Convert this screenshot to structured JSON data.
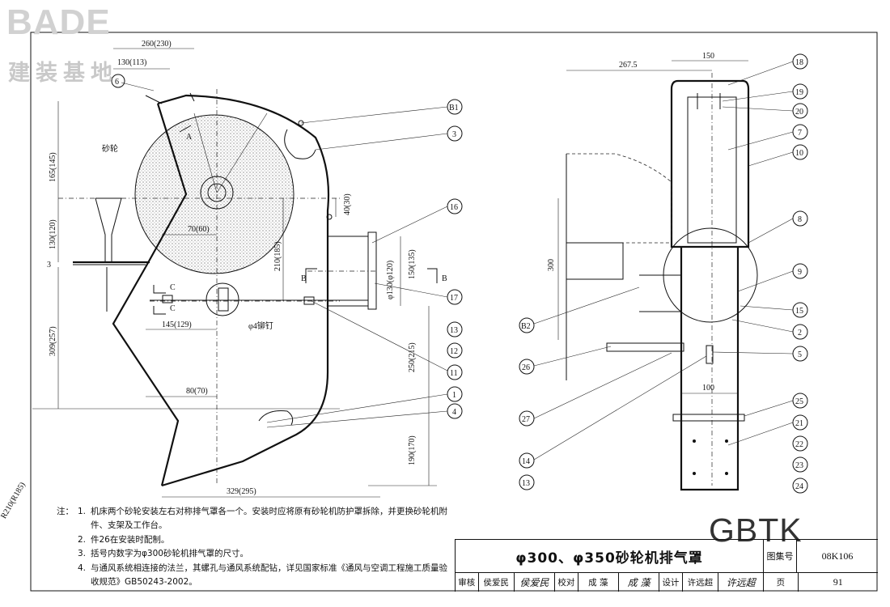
{
  "logo": {
    "text": "BADE",
    "subtitle": "建装基地"
  },
  "watermark": "GBTK",
  "drawing": {
    "left_view": {
      "dimensions": [
        "260(230)",
        "130(113)",
        "165(145)",
        "R210(R185)",
        "130(120)",
        "3",
        "309(257)",
        "70(60)",
        "145(129)",
        "80(70)",
        "40(30)",
        "210(185)",
        "150(135)",
        "φ130(φ120)",
        "250(215)",
        "190(170)",
        "329(295)"
      ],
      "labels": [
        "砂轮",
        "A",
        "C",
        "C",
        "B",
        "B",
        "φ4铆钉"
      ],
      "callouts": [
        "6",
        "B1",
        "3",
        "16",
        "17",
        "13",
        "12",
        "11",
        "1",
        "4"
      ]
    },
    "right_view": {
      "dimensions": [
        "267.5",
        "150",
        "300",
        "100"
      ],
      "callouts": [
        "18",
        "19",
        "20",
        "7",
        "10",
        "8",
        "9",
        "15",
        "2",
        "5",
        "25",
        "21",
        "22",
        "23",
        "24",
        "B2",
        "26",
        "27",
        "14",
        "13"
      ]
    }
  },
  "notes": {
    "lead": "注：",
    "items": [
      {
        "num": "1.",
        "text": "机床两个砂轮安装左右对称排气罩各一个。安装时应将原有砂轮机防护罩拆除，并更换砂轮机附件、支架及工作台。"
      },
      {
        "num": "2.",
        "text": "件26在安装时配制。"
      },
      {
        "num": "3.",
        "text": "括号内数字为φ300砂轮机排气罩的尺寸。"
      },
      {
        "num": "4.",
        "text": "与通风系统相连接的法兰，其螺孔与通风系统配钻，详见国家标准《通风与空调工程施工质量验收规范》GB50243-2002。"
      }
    ]
  },
  "title_block": {
    "title": "φ300、φ350砂轮机排气罩",
    "atlas_label": "图集号",
    "atlas_no": "08K106",
    "review_label": "审核",
    "reviewer": "侯爱民",
    "reviewer_sig": "侯爱民",
    "check_label": "校对",
    "checker": "成 藻",
    "checker_sig": "成 藻",
    "design_label": "设计",
    "designer": "许远超",
    "designer_sig": "许远超",
    "page_label": "页",
    "page_no": "91"
  }
}
